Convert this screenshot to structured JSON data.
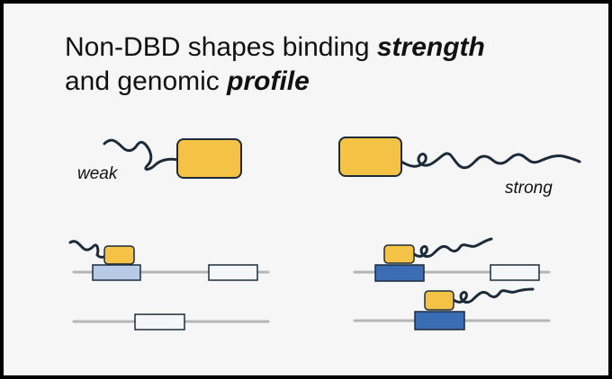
{
  "title": {
    "line1_prefix": "Non-DBD shapes binding ",
    "line1_emphasis": "strength",
    "line2_prefix": "and genomic ",
    "line2_emphasis": "profile"
  },
  "labels": {
    "weak": "weak",
    "strong": "strong"
  },
  "colors": {
    "frame": "#000000",
    "background": "#f6f6f7",
    "protein": "#f4c244",
    "outline": "#1c2b3a",
    "dna": "#b5b5b5",
    "site_weak_bound": "#b8cbe6",
    "site_strong_bound": "#3a6db3",
    "site_unbound": "#f5f6f8"
  },
  "icons": {
    "protein": "rounded-rectangle",
    "idr": "wavy-tail",
    "dna": "line",
    "binding_site": "rectangle"
  }
}
